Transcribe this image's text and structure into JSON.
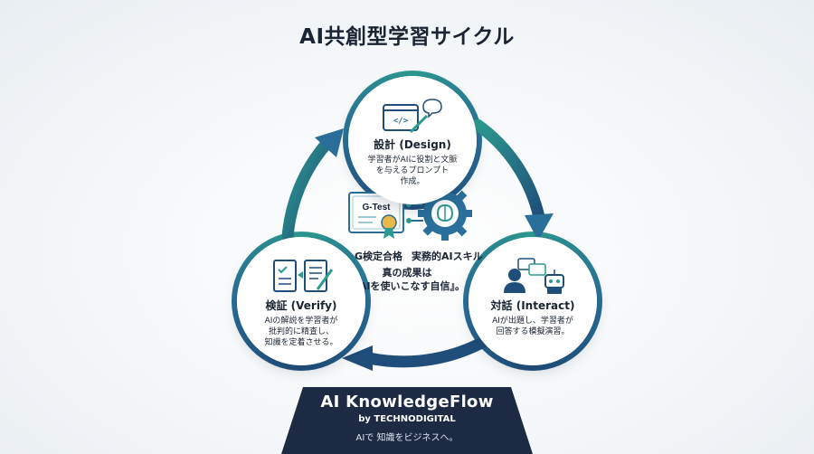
{
  "title": "AI共創型学習サイクル",
  "nodes": {
    "design": {
      "title": "設計 (Design)",
      "desc": [
        "学習者がAIに役割と文脈",
        "を与えるプロンプト",
        "作成。"
      ],
      "icon": "code-editor-pen-icon"
    },
    "interact": {
      "title": "対話 (Interact)",
      "desc": [
        "AIが出題し、学習者が",
        "回答する模擬演習。"
      ],
      "icon": "person-robot-chat-icon"
    },
    "verify": {
      "title": "検証 (Verify)",
      "desc": [
        "AIの解説を学習者が",
        "批判的に精査し、",
        "知識を定着させる。"
      ],
      "icon": "checklist-document-icon"
    }
  },
  "center": {
    "certificate_text": "G-Test",
    "label_left": "G検定合格",
    "label_right": "実務的AIスキル",
    "tagline": [
      "真の成果は",
      "『AIを使いこなす自信』。"
    ]
  },
  "banner": {
    "title": "AI KnowledgeFlow",
    "subtitle": "by TECHNODIGITAL",
    "tagline": "AIで 知識をビジネスへ。"
  },
  "colors": {
    "teal": "#2d9a8f",
    "blue": "#1f4e7a",
    "navy": "#1c2a44",
    "text": "#1b2433"
  }
}
